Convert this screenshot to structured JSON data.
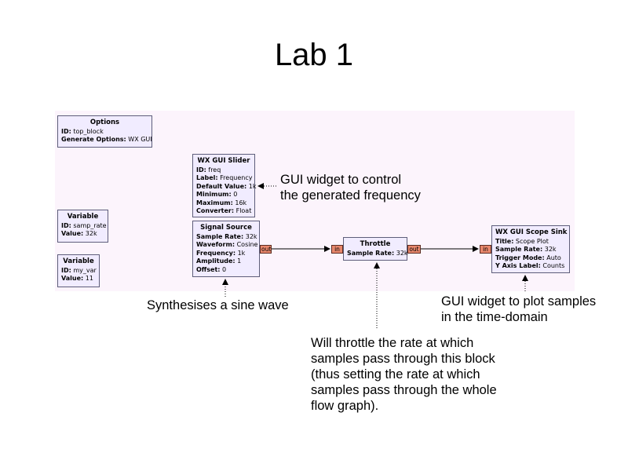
{
  "title": "Lab 1",
  "blocks": {
    "options": {
      "title": "Options",
      "rows": [
        {
          "k": "ID:",
          "v": " top_block"
        },
        {
          "k": "Generate Options:",
          "v": " WX GUI"
        }
      ]
    },
    "samp_rate_var": {
      "title": "Variable",
      "rows": [
        {
          "k": "ID:",
          "v": " samp_rate"
        },
        {
          "k": "Value:",
          "v": " 32k"
        }
      ]
    },
    "my_var": {
      "title": "Variable",
      "rows": [
        {
          "k": "ID:",
          "v": " my_var"
        },
        {
          "k": "Value:",
          "v": " 11"
        }
      ]
    },
    "slider": {
      "title": "WX GUI Slider",
      "rows": [
        {
          "k": "ID:",
          "v": " freq"
        },
        {
          "k": "Label:",
          "v": " Frequency"
        },
        {
          "k": "Default Value:",
          "v": " 1k"
        },
        {
          "k": "Minimum:",
          "v": " 0"
        },
        {
          "k": "Maximum:",
          "v": " 16k"
        },
        {
          "k": "Converter:",
          "v": " Float"
        }
      ]
    },
    "signal_source": {
      "title": "Signal Source",
      "rows": [
        {
          "k": "Sample Rate:",
          "v": " 32k"
        },
        {
          "k": "Waveform:",
          "v": " Cosine"
        },
        {
          "k": "Frequency:",
          "v": " 1k"
        },
        {
          "k": "Amplitude:",
          "v": " 1"
        },
        {
          "k": "Offset:",
          "v": " 0"
        }
      ],
      "out_port": "out"
    },
    "throttle": {
      "title": "Throttle",
      "rows": [
        {
          "k": "Sample Rate:",
          "v": " 32k"
        }
      ],
      "in_port": "in",
      "out_port": "out"
    },
    "scope_sink": {
      "title": "WX GUI Scope Sink",
      "rows": [
        {
          "k": "Title:",
          "v": " Scope Plot"
        },
        {
          "k": "Sample Rate:",
          "v": " 32k"
        },
        {
          "k": "Trigger Mode:",
          "v": " Auto"
        },
        {
          "k": "Y Axis Label:",
          "v": " Counts"
        }
      ],
      "in_port": "in"
    }
  },
  "notes": {
    "slider": [
      "GUI widget to control",
      "the generated frequency"
    ],
    "signal_source": [
      "Synthesises a sine wave"
    ],
    "scope": [
      "GUI widget to plot samples",
      "in the time-domain"
    ],
    "throttle": [
      "Will throttle the rate at which",
      "samples pass through this block",
      "(thus setting the rate at which",
      "samples pass through the whole",
      "flow graph)."
    ]
  },
  "colors": {
    "canvas": "#fcf4fc",
    "block_fill": "#f1ecff",
    "port_fill": "#e8876c"
  }
}
